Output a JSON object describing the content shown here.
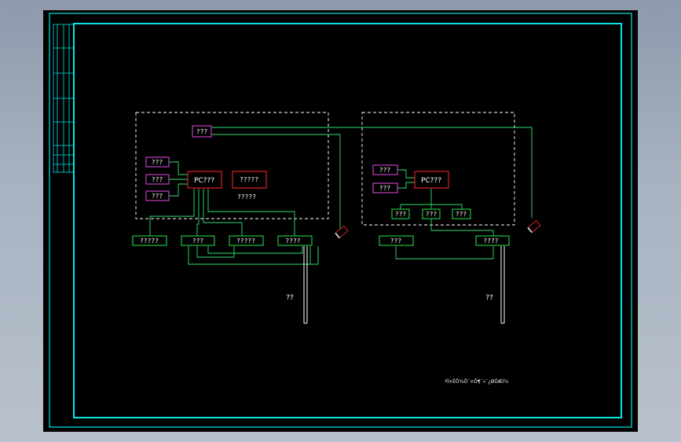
{
  "colors": {
    "frame": "#00e5e5",
    "magenta": "#c040c0",
    "red": "#e02020",
    "green": "#20c040",
    "wire": "#30e070",
    "dashed": "#ffffff"
  },
  "left_system": {
    "top_module": "???",
    "left_modules": [
      "???",
      "???",
      "???"
    ],
    "pc": "PC???",
    "red_box": "?????",
    "red_box_caption": "?????",
    "bottom_modules": [
      "?????",
      "???",
      "?????",
      "????"
    ],
    "pipe_label": "??"
  },
  "right_system": {
    "left_modules": [
      "???",
      "???"
    ],
    "pc": "PC???",
    "sub_modules": [
      "???",
      "???",
      "???"
    ],
    "bottom_modules": [
      "???",
      "????"
    ],
    "pipe_label": "??"
  },
  "title_block_text": "ºÏ×ÊÕ¾Ô´×Ô¶¯»¯¿ØÖÆÍ¼"
}
